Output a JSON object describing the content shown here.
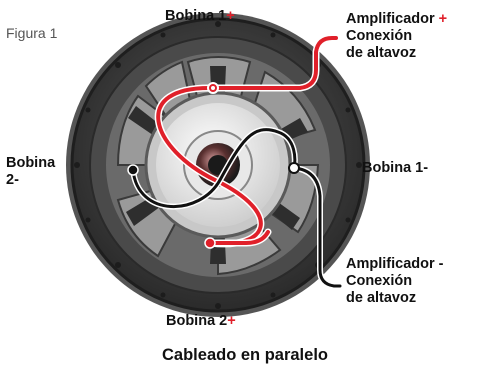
{
  "figure_label": "Figura 1",
  "labels": {
    "coil1_plus": {
      "text": "Bobina 1",
      "sign": "+"
    },
    "coil1_minus": "Bobina 1-",
    "coil2_minus_line1": "Bobina",
    "coil2_minus_line2": "2-",
    "coil2_plus": {
      "text": "Bobina 2",
      "sign": "+"
    },
    "amp_plus": {
      "line1": "Amplificador",
      "sign": "+",
      "line2": "Conexión",
      "line3": "de altavoz"
    },
    "amp_minus": {
      "line1": "Amplificador -",
      "line2": "Conexión",
      "line3": "de altavoz"
    }
  },
  "caption": "Cableado en paralelo",
  "colors": {
    "positive_wire": "#e0202a",
    "negative_wire": "#111111",
    "speaker_frame": "#3a3a3a"
  }
}
